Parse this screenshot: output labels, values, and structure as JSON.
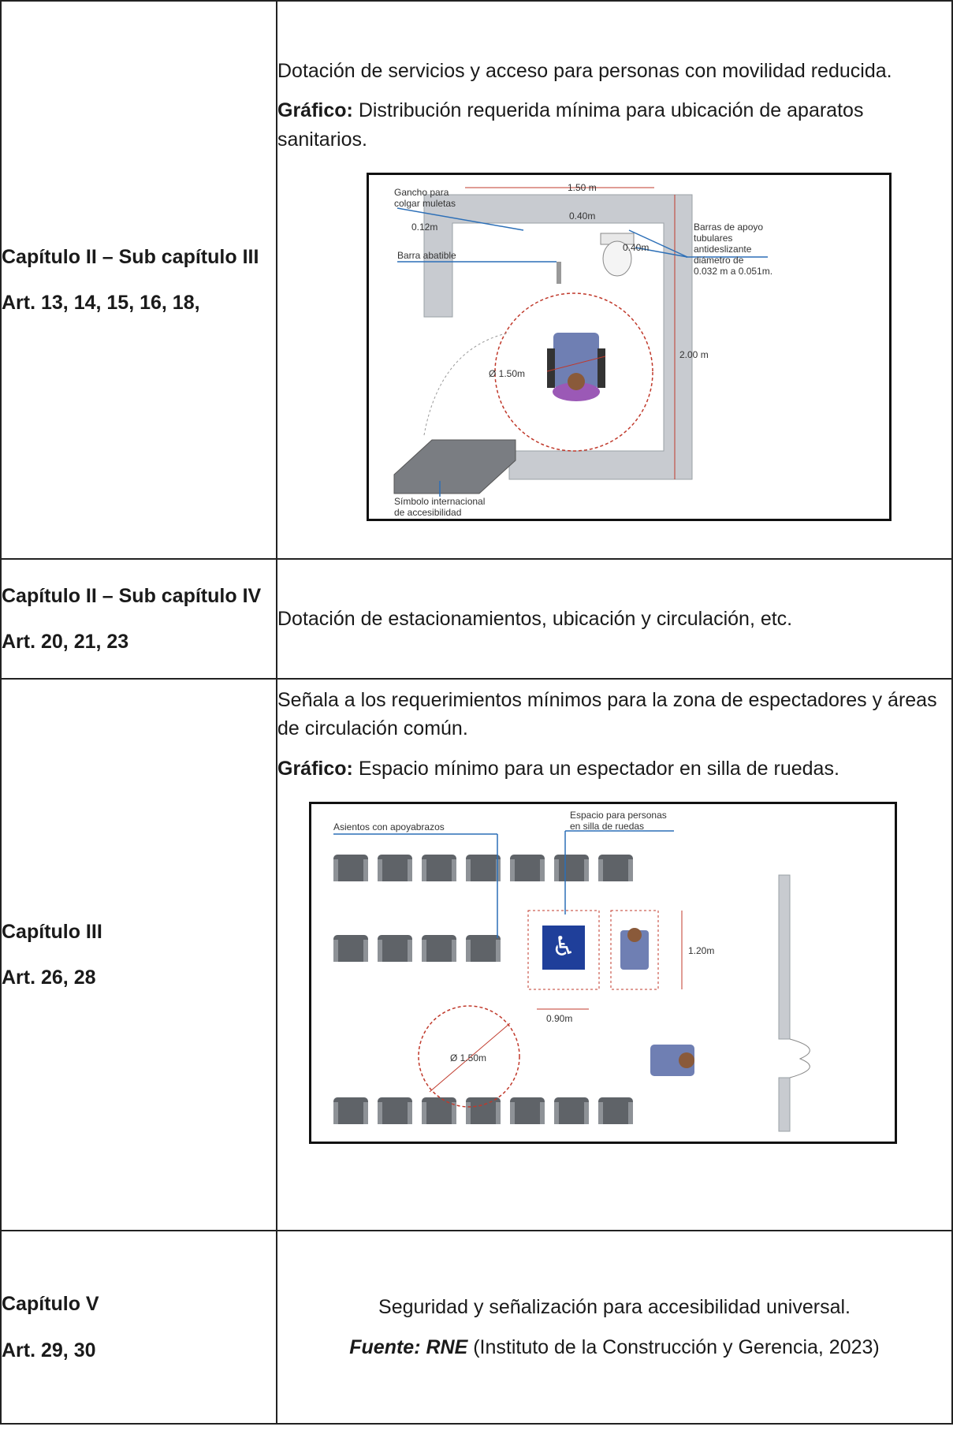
{
  "rows": [
    {
      "left_lines": [
        "Capítulo II – Sub capítulo III",
        "Art. 13, 14, 15, 16, 18,"
      ],
      "text": "Dotación de servicios y acceso para personas con movilidad reducida.",
      "grafico_prefix": "Gráfico:",
      "grafico_text": "Distribución requerida mínima para ubicación de aparatos sanitarios.",
      "figure": {
        "labels": {
          "width": "1.50 m",
          "hook": [
            "Gancho para",
            "colgar muletas"
          ],
          "d012": "0.12m",
          "d040a": "0.40m",
          "d040b": "0.40m",
          "bars": [
            "Barras de apoyo",
            "tubulares",
            "antideslizante",
            "diámetro de",
            "0.032 m a 0.051m."
          ],
          "fold_bar": "Barra abatible",
          "height": "2.00 m",
          "diameter": "Ø 1.50m",
          "symbol": [
            "Símbolo internacional",
            "de accesibilidad"
          ]
        }
      }
    },
    {
      "left_lines": [
        "Capítulo II – Sub capítulo IV",
        "Art. 20, 21, 23"
      ],
      "text": "Dotación de estacionamientos, ubicación y circulación, etc."
    },
    {
      "left_lines": [
        "Capítulo III",
        "Art. 26, 28"
      ],
      "text": "Señala a los requerimientos mínimos para la zona de espectadores y áreas de circulación común.",
      "grafico_prefix": "Gráfico:",
      "grafico_text": "Espacio mínimo para un espectador en silla de ruedas.",
      "figure": {
        "labels": {
          "seats": "Asientos con apoyabrazos",
          "space": [
            "Espacio para personas",
            "en silla de ruedas"
          ],
          "height": "1.20m",
          "width": "0.90m",
          "diameter": "Ø 1.50m"
        }
      }
    },
    {
      "left_lines": [
        "Capítulo V",
        "Art. 29, 30"
      ],
      "text": "Seguridad y señalización para accesibilidad universal.",
      "source_prefix": "Fuente: RNE",
      "source_text": "(Instituto de la Construcción y Gerencia, 2023)"
    }
  ],
  "colors": {
    "dimension_red": "#c0392b",
    "leader_blue": "#2c6fb7",
    "wall_gray": "#c8cbd0",
    "sign_blue": "#1f3f9a"
  }
}
